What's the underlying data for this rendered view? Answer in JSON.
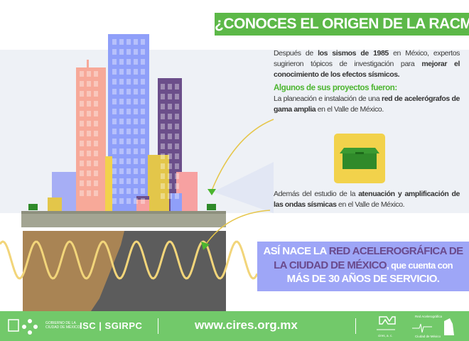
{
  "header": {
    "title": "¿CONOCES EL ORIGEN DE LA RACM?"
  },
  "intro": {
    "p1": "Después de ",
    "b1": "los sismos de 1985",
    "p2": " en México,  expertos sugirieron tópicos de investigación para ",
    "b2": "mejorar el conocimiento de los efectos sísmicos."
  },
  "projects": {
    "heading": "Algunos de sus proyectos fueron:",
    "p1": "La planeación e instalación de una ",
    "b1": "red de acelerógrafos de gama amplia",
    "p2": " en el Valle de México."
  },
  "study": {
    "p1": "Además del estudio de la ",
    "b1": "atenuación y amplificación de las ondas sísmicas",
    "p2": " en el Valle de México."
  },
  "callout": {
    "t1": "ASÍ NACE LA ",
    "h1": "RED ACELEROGRÁFICA DE LA CIUDAD DE MÉXICO",
    "t2": ", que cuenta con",
    "t3": "MÁS DE 30 AÑOS DE SERVICIO."
  },
  "footer": {
    "gob_line1": "GOBIERNO DE LA",
    "gob_line2": "CIUDAD DE MÉXICO",
    "isc": "ISC | SGIRPC",
    "url": "www.cires.org.mx",
    "cires_caption": "cires, a. c.",
    "racm_caption1": "Red Acelerográfica",
    "racm_caption2": "Ciudad de México"
  },
  "colors": {
    "title_green": "#5cb848",
    "callout_purple": "#9ea6f7",
    "highlight": "#6a4a8c",
    "footer_green": "#72c96a",
    "wave": "#f2d57a"
  }
}
